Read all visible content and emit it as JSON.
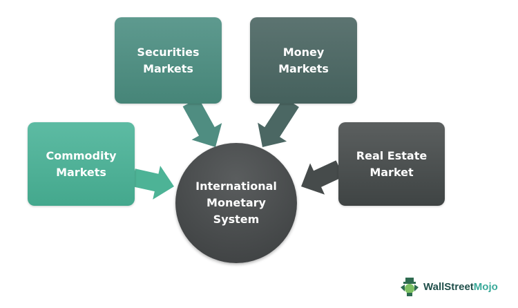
{
  "nodes": {
    "center": "International Monetary System",
    "commodity": "Commodity Markets",
    "securities": "Securities Markets",
    "money": "Money Markets",
    "realestate": "Real Estate Market"
  },
  "colors": {
    "commodity": "#4db396",
    "securities": "#4e8c80",
    "money": "#4f6a67",
    "realestate": "#4a4f4f",
    "center": "#454849"
  },
  "logo": {
    "part1": "WallStreet",
    "part2": "Mojo"
  }
}
